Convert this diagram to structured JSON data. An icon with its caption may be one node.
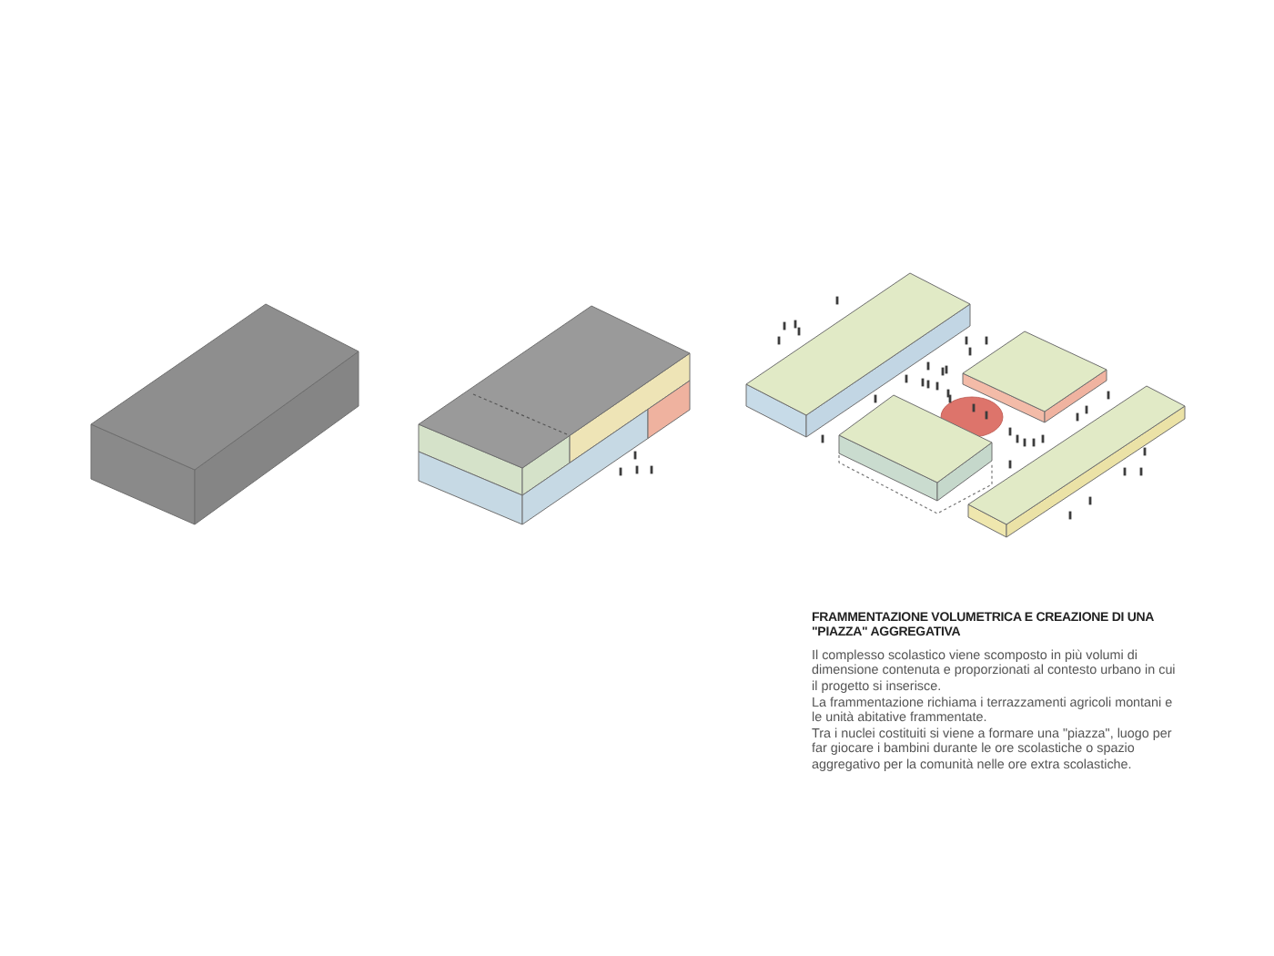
{
  "diagram": {
    "title": "FRAMMENTAZIONE VOLUMETRICA E CREAZIONE DI UNA \"PIAZZA\" AGGREGATIVA",
    "labels": [
      "Il complesso scolastico viene scomposto in più volumi di dimensione contenuta e proporzionati al contesto urbano in cui il progetto si inserisce.",
      "La frammentazione richiama i terrazzamenti agricoli montani e le unità abitative frammentate.",
      "Tra i nuclei costituiti si viene a formare una \"piazza\", luogo per far giocare i bambini  durante le ore scolastiche o spazio aggregativo per la comunità nelle ore extra scolastiche."
    ]
  }
}
